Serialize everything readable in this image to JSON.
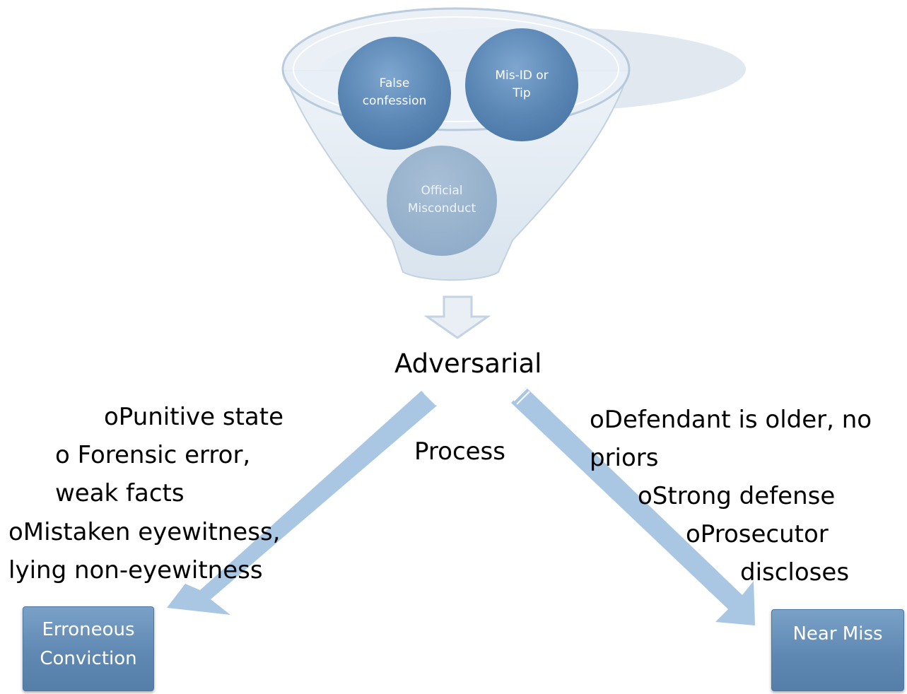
{
  "funnel": {
    "circles": [
      {
        "label": "False\nconfession"
      },
      {
        "label": "Mis-ID or\nTip"
      },
      {
        "label": "Official\nMisconduct"
      }
    ]
  },
  "center": {
    "title": "Adversarial",
    "subtitle": "Process"
  },
  "left_factors": {
    "line1": "οPunitive state",
    "line2": "ο Forensic error,",
    "line3": "weak facts",
    "line4": "οMistaken eyewitness,",
    "line5": "lying non-eyewitness"
  },
  "right_factors": {
    "line1": "οDefendant is older, no",
    "line2": "priors",
    "line3": "οStrong defense",
    "line4": "οProsecutor",
    "line5": "discloses"
  },
  "outcomes": {
    "left": "Erroneous\nConviction",
    "right": "Near Miss"
  },
  "colors": {
    "circle_fill": "#5b87b5",
    "arrow_fill": "#a9c6e3",
    "box_fill": "#6790bb"
  }
}
